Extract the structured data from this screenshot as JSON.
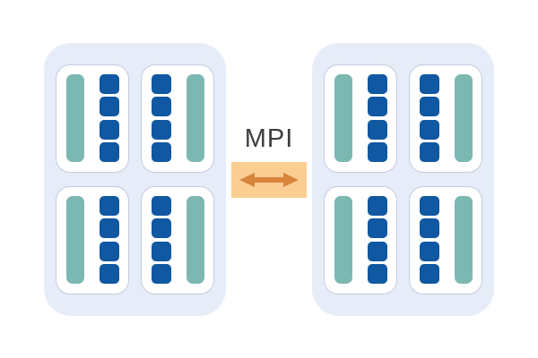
{
  "link": {
    "label": "MPI"
  },
  "nodes": [
    {
      "name": "compute-node-left",
      "cards": [
        {
          "bar_side": "left",
          "squares": 4
        },
        {
          "bar_side": "right",
          "squares": 4
        },
        {
          "bar_side": "left",
          "squares": 4
        },
        {
          "bar_side": "right",
          "squares": 4
        }
      ]
    },
    {
      "name": "compute-node-right",
      "cards": [
        {
          "bar_side": "left",
          "squares": 4
        },
        {
          "bar_side": "right",
          "squares": 4
        },
        {
          "bar_side": "left",
          "squares": 4
        },
        {
          "bar_side": "right",
          "squares": 4
        }
      ]
    }
  ],
  "colors": {
    "page_background": "#FFFFFF",
    "node_background": "#E7EDF8",
    "card_background": "#FFFFFF",
    "card_border": "#C3CAE0",
    "teal_bar": "#7CB8B2",
    "blue_square": "#1058A1",
    "mpi_box_background": "#FACD92",
    "mpi_arrow": "#D8843B",
    "label_text": "#3D3D3D"
  }
}
